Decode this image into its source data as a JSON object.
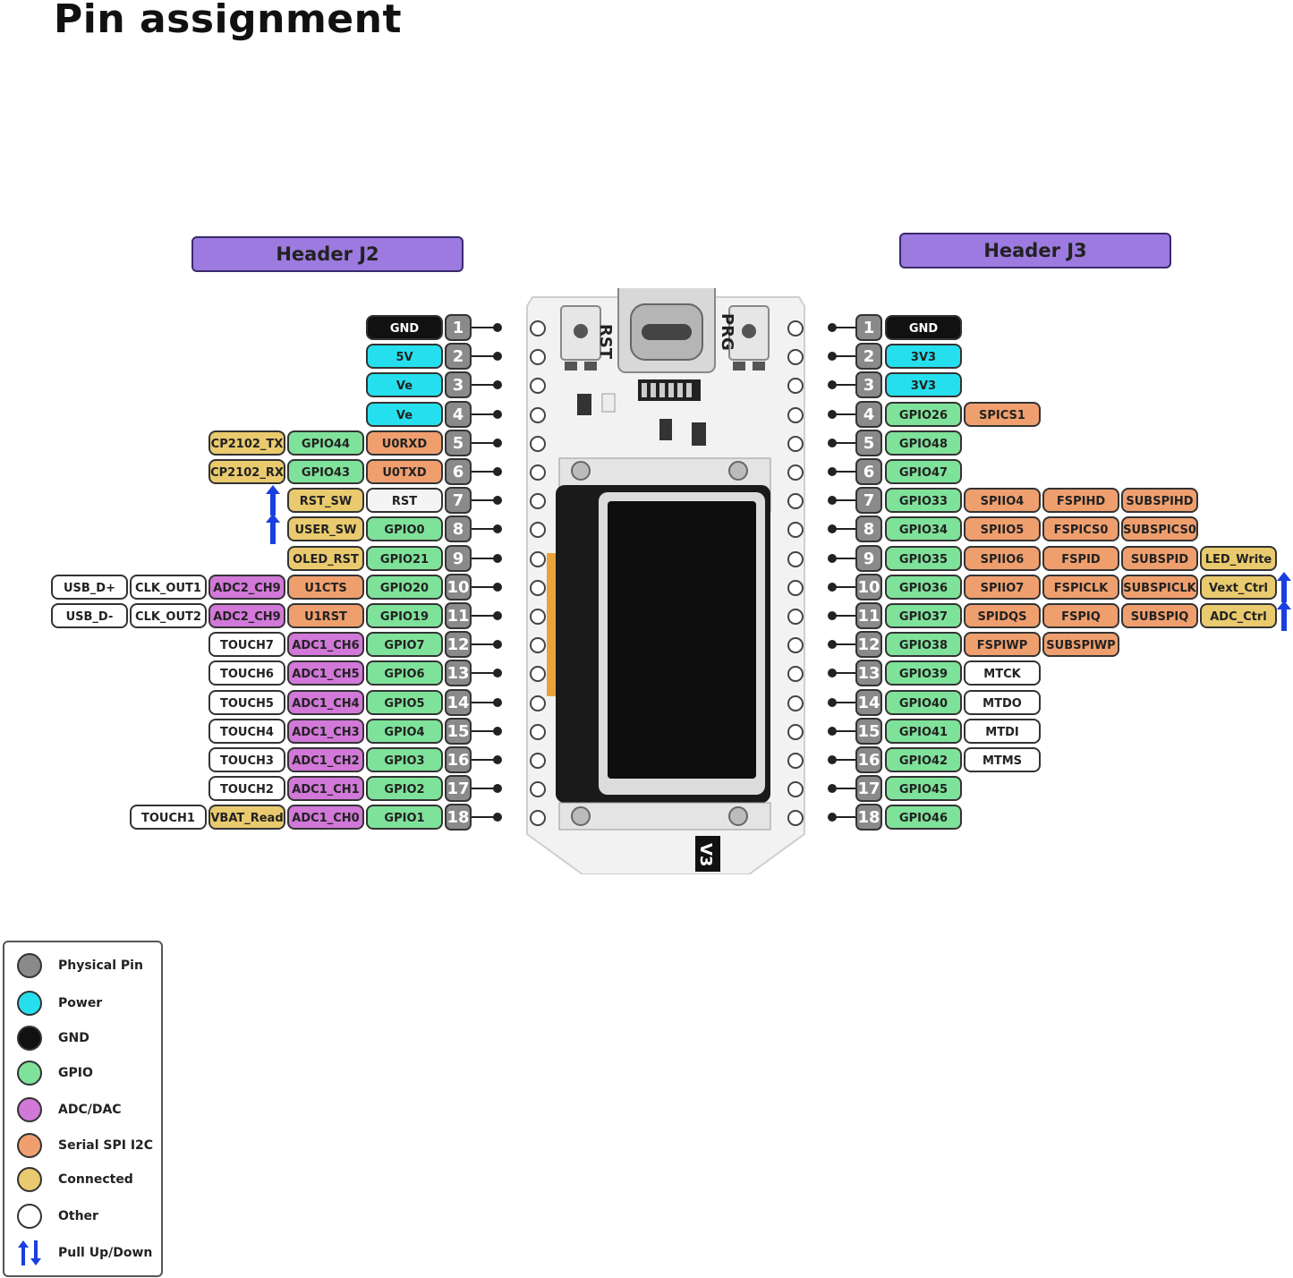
{
  "title": "Pin assignment",
  "headers": {
    "left": "Header J2",
    "right": "Header J3"
  },
  "board": {
    "rst_label": "RST",
    "prg_label": "PRG",
    "version_label": "V3"
  },
  "colors": {
    "physical_pin": "#8a8a8a",
    "power": "#26dfee",
    "gnd": "#111111",
    "gpio": "#7fe29a",
    "adc_dac": "#d178d8",
    "serial": "#ef9f6e",
    "connected": "#e9ca6e",
    "other": "#ffffff",
    "pull": "#1a3fe0"
  },
  "j2": [
    {
      "pin": "1",
      "labels": [
        {
          "t": "GND",
          "c": "gnd"
        }
      ]
    },
    {
      "pin": "2",
      "labels": [
        {
          "t": "5V",
          "c": "power"
        }
      ]
    },
    {
      "pin": "3",
      "labels": [
        {
          "t": "Ve",
          "c": "power"
        }
      ]
    },
    {
      "pin": "4",
      "labels": [
        {
          "t": "Ve",
          "c": "power"
        }
      ]
    },
    {
      "pin": "5",
      "labels": [
        {
          "t": "U0RXD",
          "c": "serial"
        },
        {
          "t": "GPIO44",
          "c": "gpio"
        },
        {
          "t": "CP2102_TX",
          "c": "conn"
        }
      ]
    },
    {
      "pin": "6",
      "labels": [
        {
          "t": "U0TXD",
          "c": "serial"
        },
        {
          "t": "GPIO43",
          "c": "gpio"
        },
        {
          "t": "CP2102_RX",
          "c": "conn"
        }
      ]
    },
    {
      "pin": "7",
      "labels": [
        {
          "t": "RST",
          "c": "rstc"
        },
        {
          "t": "RST_SW",
          "c": "conn"
        }
      ],
      "pull": true
    },
    {
      "pin": "8",
      "labels": [
        {
          "t": "GPIO0",
          "c": "gpio"
        },
        {
          "t": "USER_SW",
          "c": "conn"
        }
      ],
      "pull": true
    },
    {
      "pin": "9",
      "labels": [
        {
          "t": "GPIO21",
          "c": "gpio"
        },
        {
          "t": "OLED_RST",
          "c": "conn"
        }
      ]
    },
    {
      "pin": "10",
      "labels": [
        {
          "t": "GPIO20",
          "c": "gpio"
        },
        {
          "t": "U1CTS",
          "c": "serial"
        },
        {
          "t": "ADC2_CH9",
          "c": "adc"
        },
        {
          "t": "CLK_OUT1",
          "c": "other"
        },
        {
          "t": "USB_D+",
          "c": "other"
        }
      ]
    },
    {
      "pin": "11",
      "labels": [
        {
          "t": "GPIO19",
          "c": "gpio"
        },
        {
          "t": "U1RST",
          "c": "serial"
        },
        {
          "t": "ADC2_CH9",
          "c": "adc"
        },
        {
          "t": "CLK_OUT2",
          "c": "other"
        },
        {
          "t": "USB_D-",
          "c": "other"
        }
      ]
    },
    {
      "pin": "12",
      "labels": [
        {
          "t": "GPIO7",
          "c": "gpio"
        },
        {
          "t": "ADC1_CH6",
          "c": "adc"
        },
        {
          "t": "TOUCH7",
          "c": "other"
        }
      ]
    },
    {
      "pin": "13",
      "labels": [
        {
          "t": "GPIO6",
          "c": "gpio"
        },
        {
          "t": "ADC1_CH5",
          "c": "adc"
        },
        {
          "t": "TOUCH6",
          "c": "other"
        }
      ]
    },
    {
      "pin": "14",
      "labels": [
        {
          "t": "GPIO5",
          "c": "gpio"
        },
        {
          "t": "ADC1_CH4",
          "c": "adc"
        },
        {
          "t": "TOUCH5",
          "c": "other"
        }
      ]
    },
    {
      "pin": "15",
      "labels": [
        {
          "t": "GPIO4",
          "c": "gpio"
        },
        {
          "t": "ADC1_CH3",
          "c": "adc"
        },
        {
          "t": "TOUCH4",
          "c": "other"
        }
      ]
    },
    {
      "pin": "16",
      "labels": [
        {
          "t": "GPIO3",
          "c": "gpio"
        },
        {
          "t": "ADC1_CH2",
          "c": "adc"
        },
        {
          "t": "TOUCH3",
          "c": "other"
        }
      ]
    },
    {
      "pin": "17",
      "labels": [
        {
          "t": "GPIO2",
          "c": "gpio"
        },
        {
          "t": "ADC1_CH1",
          "c": "adc"
        },
        {
          "t": "TOUCH2",
          "c": "other"
        }
      ]
    },
    {
      "pin": "18",
      "labels": [
        {
          "t": "GPIO1",
          "c": "gpio"
        },
        {
          "t": "ADC1_CH0",
          "c": "adc"
        },
        {
          "t": "VBAT_Read",
          "c": "conn"
        },
        {
          "t": "TOUCH1",
          "c": "other"
        }
      ]
    }
  ],
  "j3": [
    {
      "pin": "1",
      "labels": [
        {
          "t": "GND",
          "c": "gnd"
        }
      ]
    },
    {
      "pin": "2",
      "labels": [
        {
          "t": "3V3",
          "c": "power"
        }
      ]
    },
    {
      "pin": "3",
      "labels": [
        {
          "t": "3V3",
          "c": "power"
        }
      ]
    },
    {
      "pin": "4",
      "labels": [
        {
          "t": "GPIO26",
          "c": "gpio"
        },
        {
          "t": "SPICS1",
          "c": "serial"
        }
      ]
    },
    {
      "pin": "5",
      "labels": [
        {
          "t": "GPIO48",
          "c": "gpio"
        }
      ]
    },
    {
      "pin": "6",
      "labels": [
        {
          "t": "GPIO47",
          "c": "gpio"
        }
      ]
    },
    {
      "pin": "7",
      "labels": [
        {
          "t": "GPIO33",
          "c": "gpio"
        },
        {
          "t": "SPIIO4",
          "c": "serial"
        },
        {
          "t": "FSPIHD",
          "c": "serial"
        },
        {
          "t": "SUBSPIHD",
          "c": "serial"
        }
      ]
    },
    {
      "pin": "8",
      "labels": [
        {
          "t": "GPIO34",
          "c": "gpio"
        },
        {
          "t": "SPIIO5",
          "c": "serial"
        },
        {
          "t": "FSPICS0",
          "c": "serial"
        },
        {
          "t": "SUBSPICS0",
          "c": "serial"
        }
      ]
    },
    {
      "pin": "9",
      "labels": [
        {
          "t": "GPIO35",
          "c": "gpio"
        },
        {
          "t": "SPIIO6",
          "c": "serial"
        },
        {
          "t": "FSPID",
          "c": "serial"
        },
        {
          "t": "SUBSPID",
          "c": "serial"
        },
        {
          "t": "LED_Write",
          "c": "conn"
        }
      ]
    },
    {
      "pin": "10",
      "labels": [
        {
          "t": "GPIO36",
          "c": "gpio"
        },
        {
          "t": "SPIIO7",
          "c": "serial"
        },
        {
          "t": "FSPICLK",
          "c": "serial"
        },
        {
          "t": "SUBSPICLK",
          "c": "serial"
        },
        {
          "t": "Vext_Ctrl",
          "c": "conn"
        }
      ],
      "pull": true
    },
    {
      "pin": "11",
      "labels": [
        {
          "t": "GPIO37",
          "c": "gpio"
        },
        {
          "t": "SPIDQS",
          "c": "serial"
        },
        {
          "t": "FSPIQ",
          "c": "serial"
        },
        {
          "t": "SUBSPIQ",
          "c": "serial"
        },
        {
          "t": "ADC_Ctrl",
          "c": "conn"
        }
      ],
      "pull": true
    },
    {
      "pin": "12",
      "labels": [
        {
          "t": "GPIO38",
          "c": "gpio"
        },
        {
          "t": "FSPIWP",
          "c": "serial"
        },
        {
          "t": "SUBSPIWP",
          "c": "serial"
        }
      ]
    },
    {
      "pin": "13",
      "labels": [
        {
          "t": "GPIO39",
          "c": "gpio"
        },
        {
          "t": "MTCK",
          "c": "other"
        }
      ]
    },
    {
      "pin": "14",
      "labels": [
        {
          "t": "GPIO40",
          "c": "gpio"
        },
        {
          "t": "MTDO",
          "c": "other"
        }
      ]
    },
    {
      "pin": "15",
      "labels": [
        {
          "t": "GPIO41",
          "c": "gpio"
        },
        {
          "t": "MTDI",
          "c": "other"
        }
      ]
    },
    {
      "pin": "16",
      "labels": [
        {
          "t": "GPIO42",
          "c": "gpio"
        },
        {
          "t": "MTMS",
          "c": "other"
        }
      ]
    },
    {
      "pin": "17",
      "labels": [
        {
          "t": "GPIO45",
          "c": "gpio"
        }
      ]
    },
    {
      "pin": "18",
      "labels": [
        {
          "t": "GPIO46",
          "c": "gpio"
        }
      ]
    }
  ],
  "legend": [
    {
      "label": "Physical Pin",
      "c": "physical_pin"
    },
    {
      "label": "Power",
      "c": "power"
    },
    {
      "label": "GND",
      "c": "gnd"
    },
    {
      "label": "GPIO",
      "c": "gpio"
    },
    {
      "label": "ADC/DAC",
      "c": "adc_dac"
    },
    {
      "label": "Serial SPI I2C",
      "c": "serial"
    },
    {
      "label": "Connected",
      "c": "connected"
    },
    {
      "label": "Other",
      "c": "other"
    },
    {
      "label": "Pull Up/Down",
      "c": "pull"
    }
  ]
}
